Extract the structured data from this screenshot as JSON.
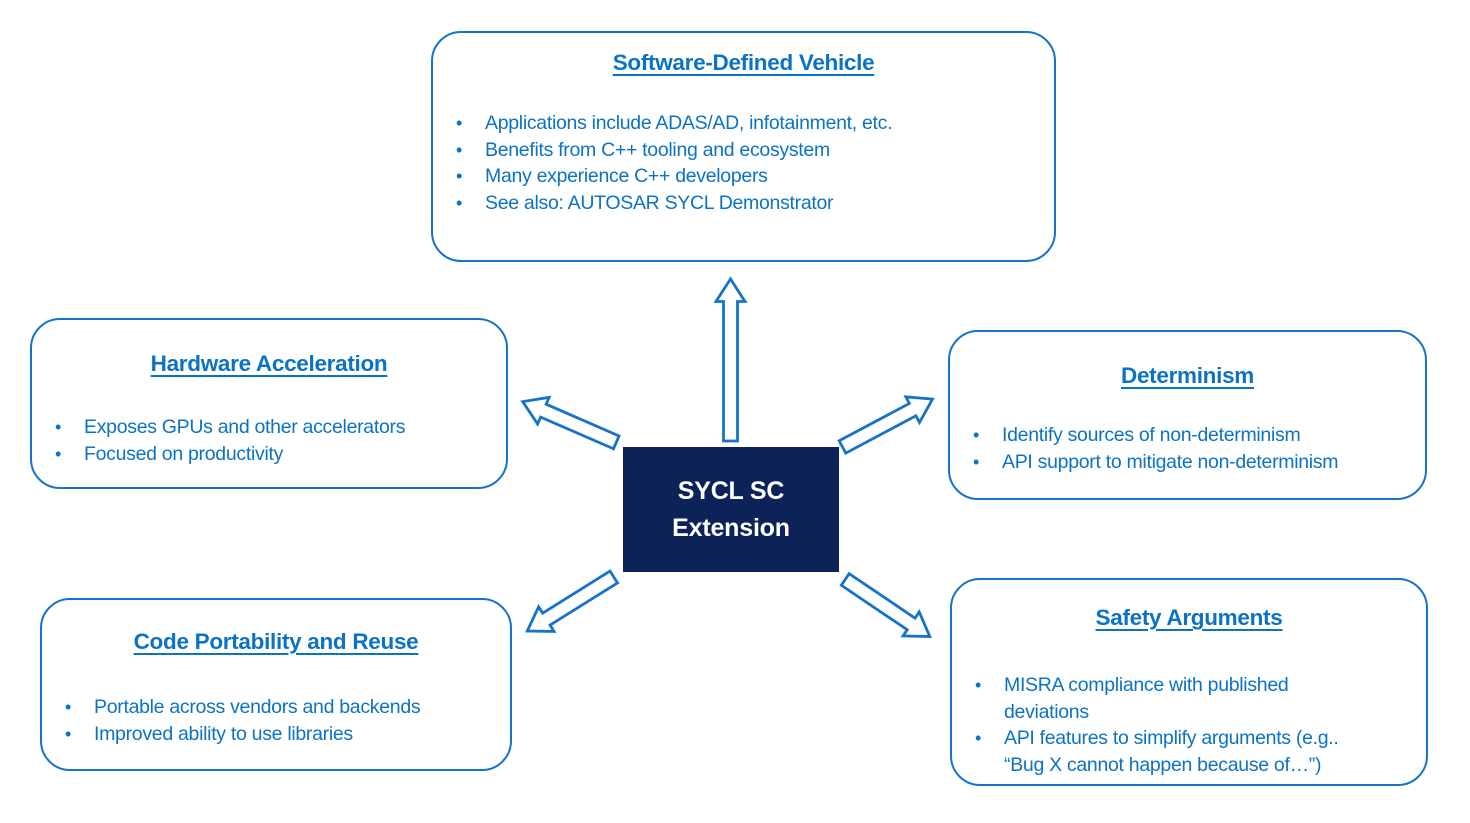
{
  "diagram": {
    "title_context": "SYCL SC Extension motivation diagram",
    "colors": {
      "accent_blue": "#1673C7",
      "text_blue": "#0B72C4",
      "center_navy": "#0D2259",
      "center_text": "#FFFFFF",
      "background": "#FFFFFF"
    },
    "center": {
      "lines": [
        "SYCL SC",
        "Extension"
      ]
    },
    "nodes": [
      {
        "id": "software-defined-vehicle",
        "title": "Software-Defined Vehicle",
        "bullets": [
          "Applications include ADAS/AD, infotainment, etc.",
          "Benefits from C++ tooling and ecosystem",
          "Many experience C++ developers",
          "See also: AUTOSAR SYCL Demonstrator"
        ]
      },
      {
        "id": "hardware-acceleration",
        "title": "Hardware Acceleration",
        "bullets": [
          "Exposes GPUs and other accelerators",
          "Focused on productivity"
        ]
      },
      {
        "id": "determinism",
        "title": "Determinism",
        "bullets": [
          "Identify sources of non-determinism",
          "API support to mitigate non-determinism"
        ]
      },
      {
        "id": "code-portability-and-reuse",
        "title": "Code Portability and Reuse",
        "bullets": [
          "Portable across vendors and backends",
          "Improved ability to use libraries"
        ]
      },
      {
        "id": "safety-arguments",
        "title": "Safety Arguments",
        "bullets": [
          "MISRA compliance with published deviations",
          "API features to simplify arguments (e.g.. “Bug X cannot happen because of…”)"
        ]
      }
    ],
    "arrows": [
      "arrow-up-icon",
      "arrow-up-left-icon",
      "arrow-up-right-icon",
      "arrow-down-left-icon",
      "arrow-down-right-icon"
    ]
  }
}
